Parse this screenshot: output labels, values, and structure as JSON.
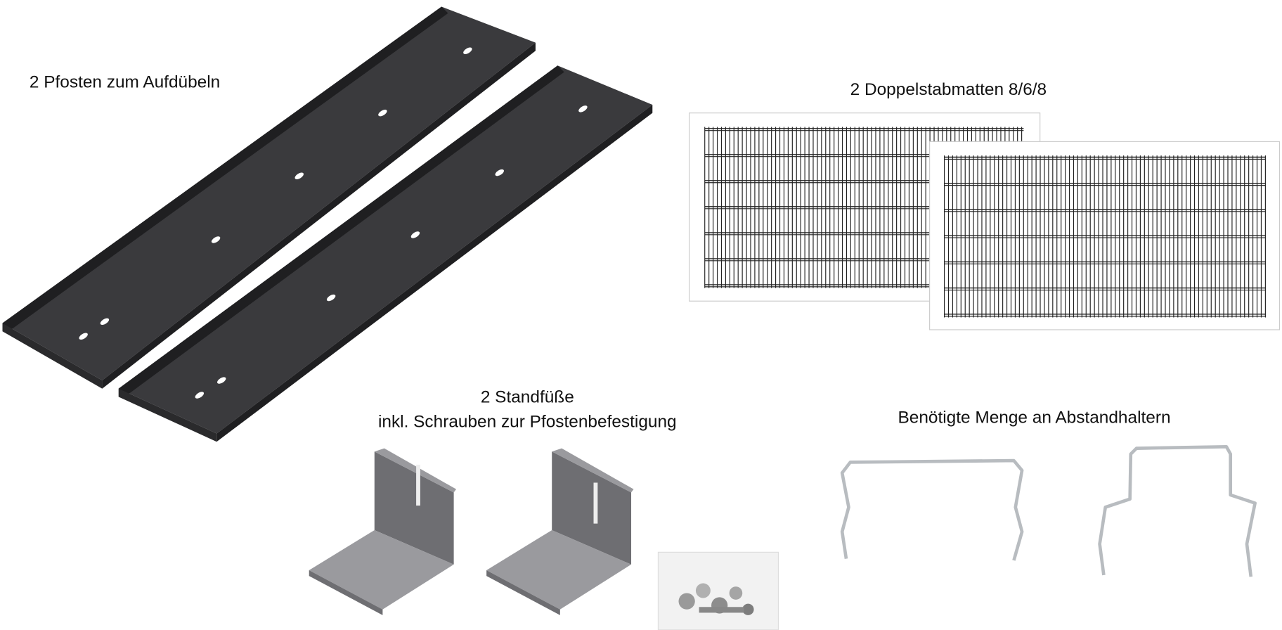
{
  "labels": {
    "posts": "2 Pfosten zum Aufdübeln",
    "mats": "2 Doppelstabmatten 8/6/8",
    "feet_line1": "2 Standfüße",
    "feet_line2": "inkl. Schrauben zur Pfostenbefestigung",
    "spacers": "Benötigte Menge an Abstandhaltern"
  },
  "colors": {
    "post": "#3a3a3d",
    "post_dark": "#1f1f21",
    "mesh": "#222222",
    "bracket": "#8a8a8e",
    "bracket_dark": "#5e5e62",
    "wire": "#b8bcc0"
  }
}
